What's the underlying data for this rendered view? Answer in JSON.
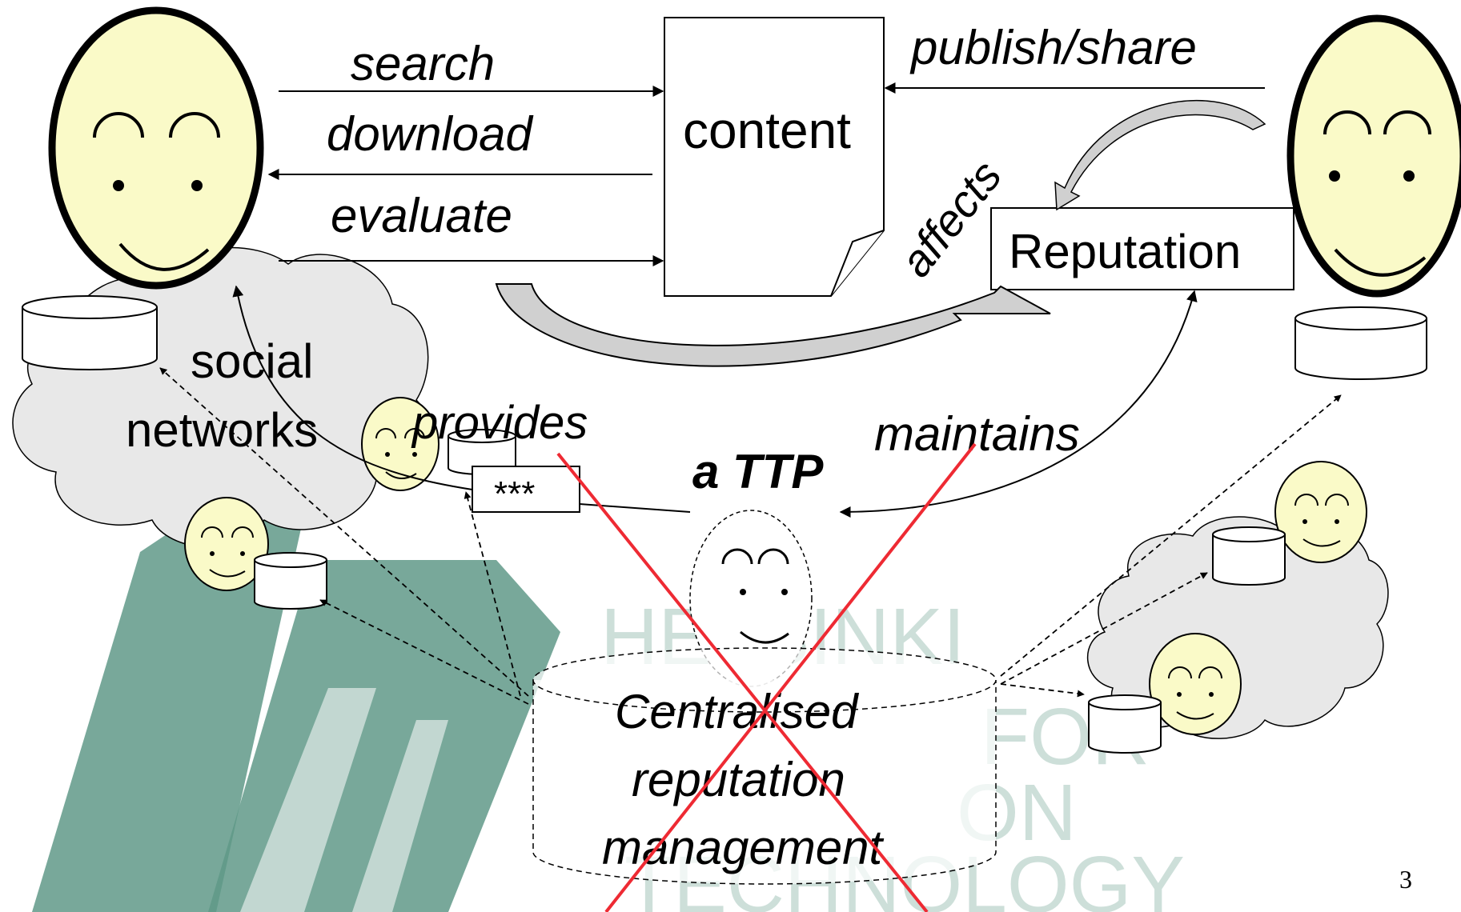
{
  "colors": {
    "face_fill": "#fafac8",
    "cloud_fill": "#e8e8e8",
    "watermark": "#4f8e7b",
    "cross": "#ee2a33",
    "curved_arrow_fill": "#d0d0d0",
    "line": "#000000"
  },
  "labels": {
    "search": "search",
    "download": "download",
    "evaluate": "evaluate",
    "content": "content",
    "publish_share": "publish/share",
    "affects": "affects",
    "reputation": "Reputation",
    "social_line1": "social",
    "social_line2": "networks",
    "provides": "provides",
    "maintains": "maintains",
    "ttp": "a TTP",
    "stars": "***",
    "central_line1": "Centralised",
    "central_line2": "reputation",
    "central_line3": "management",
    "page_number": "3"
  },
  "watermark": {
    "lines": [
      "HELSINKI",
      "FOR",
      "ON",
      "TECHNOLOGY"
    ]
  }
}
